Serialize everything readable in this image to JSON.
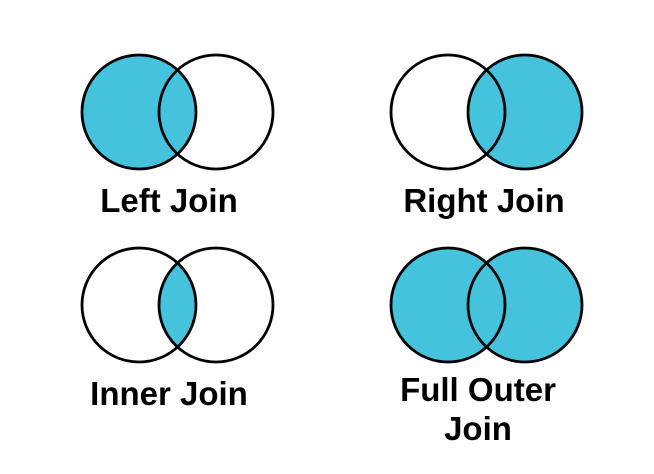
{
  "page": {
    "background": "#FFFFFF"
  },
  "colors": {
    "shaded_fill": "#45C2DC",
    "circle_outline": "#000000",
    "circle_empty_fill": "#FFFFFF",
    "label_color": "#000000"
  },
  "diagrams": [
    {
      "label": "Left Join",
      "shaded_region": "left circle including overlap"
    },
    {
      "label": "Right Join",
      "shaded_region": "right circle including overlap"
    },
    {
      "label": "Inner Join",
      "shaded_region": "overlap only"
    },
    {
      "label": "Full Outer Join",
      "shaded_region": "both circles including overlap"
    }
  ]
}
